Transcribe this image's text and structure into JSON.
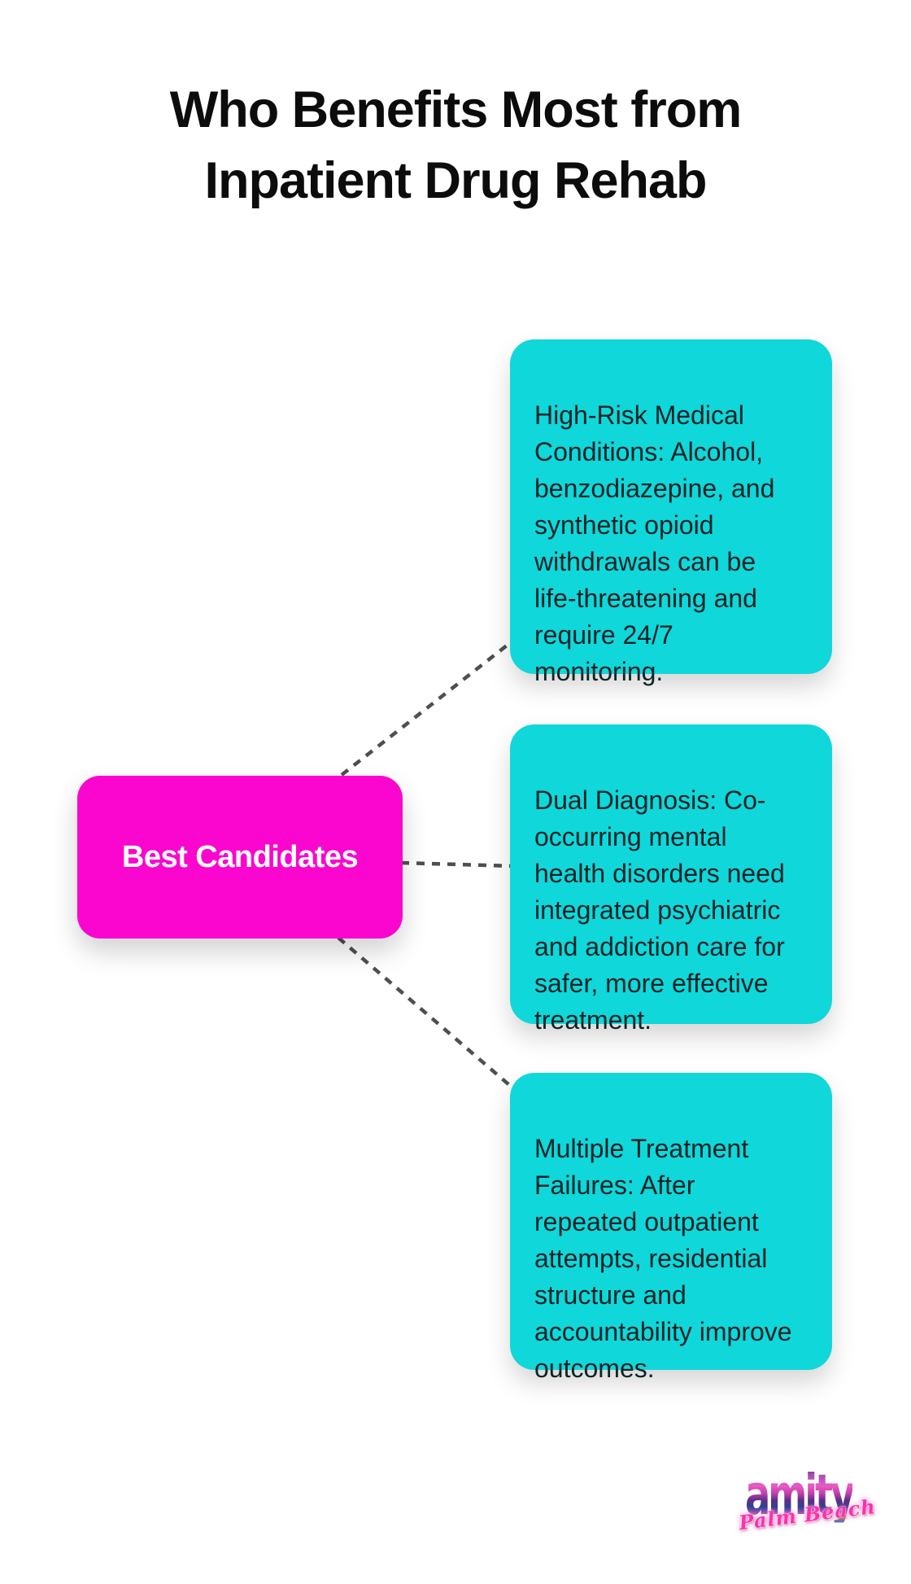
{
  "title": {
    "line1": "Who Benefits Most from",
    "line2": "Inpatient Drug Rehab"
  },
  "root_node": {
    "label": "Best Candidates"
  },
  "cards": [
    {
      "id": "high-risk-medical-conditions",
      "text": "High-Risk Medical\nConditions: Alcohol,\nbenzodiazepine, and\nsynthetic opioid\nwithdrawals can be\nlife-threatening and\nrequire 24/7\nmonitoring."
    },
    {
      "id": "dual-diagnosis",
      "text": "Dual Diagnosis: Co-\noccurring mental\nhealth disorders need\nintegrated psychiatric\nand addiction care for\nsafer, more effective\ntreatment."
    },
    {
      "id": "multiple-treatment-failures",
      "text": "Multiple Treatment\nFailures: After\nrepeated outpatient\nattempts, residential\nstructure and\naccountability improve\noutcomes."
    }
  ],
  "logo": {
    "brand": "amity",
    "location": "Palm Beach"
  },
  "colors": {
    "accent_pink": "#fa06ce",
    "accent_cyan": "#10d7da",
    "connector_gray": "#4f4f4f",
    "title_black": "#0c0c0c",
    "card_text": "#0c2325",
    "root_label_white": "#ffffff"
  }
}
